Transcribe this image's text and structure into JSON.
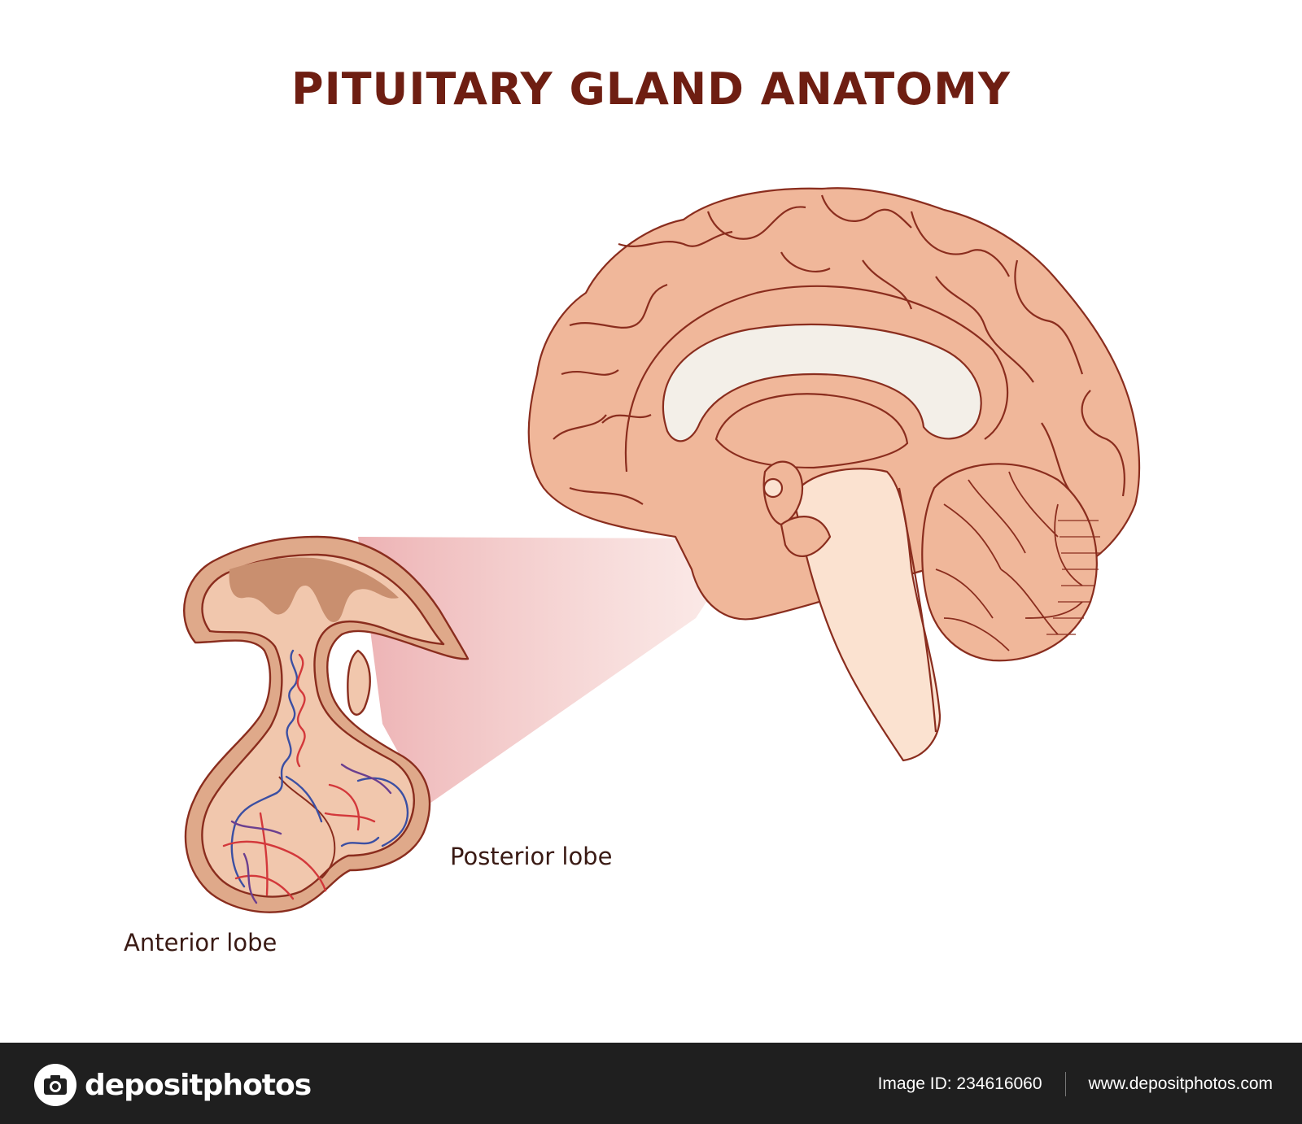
{
  "title": "PITUITARY GLAND ANATOMY",
  "labels": {
    "posterior": "Posterior lobe",
    "anterior": "Anterior lobe"
  },
  "footer": {
    "brand": "depositphotos",
    "image_id": "Image ID: 234616060",
    "url": "www.depositphotos.com"
  },
  "colors": {
    "title": "#6e1e12",
    "outline": "#8a2d1e",
    "brain_fill": "#f0b79a",
    "brainstem_fill": "#fbe2d0",
    "ventricle_fill": "#f3efe8",
    "gland_fill": "#dfa98a",
    "gland_inner": "#f1c7ad",
    "gland_dark": "#c98f6f",
    "zoom": "#f0b8b8",
    "vein_blue": "#3b4fa3",
    "vein_red": "#d3383b",
    "footer_bg": "#1f1f1f"
  }
}
